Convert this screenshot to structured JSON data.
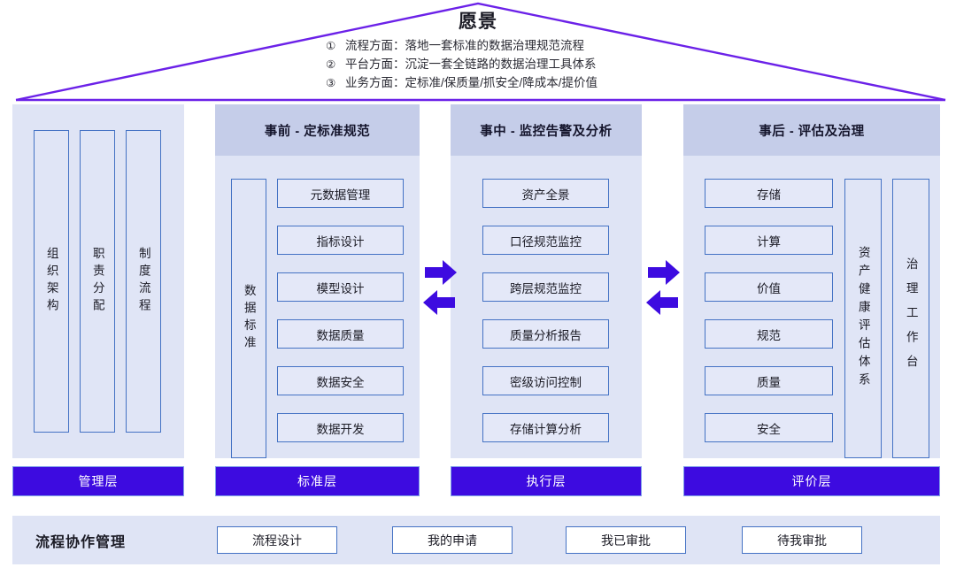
{
  "vision": {
    "title": "愿景",
    "items": [
      {
        "num": "①",
        "text": "流程方面：落地一套标准的数据治理规范流程"
      },
      {
        "num": "②",
        "text": "平台方面：沉淀一套全链路的数据治理工具体系"
      },
      {
        "num": "③",
        "text": "业务方面：定标准/保质量/抓安全/降成本/提价值"
      }
    ]
  },
  "colors": {
    "accent_purple": "#3D0BE0",
    "panel_bg": "#DFE4F5",
    "panel_head_bg": "#C5CDE9",
    "box_border": "#4472C4",
    "box_fill": "#E4E8F8",
    "roof_line": "#6B21E8"
  },
  "columns": [
    {
      "id": "management",
      "header": "",
      "vertical_boxes": [
        "组织架构",
        "职责分配",
        "制度流程"
      ],
      "items": [],
      "layer": "管理层"
    },
    {
      "id": "before",
      "header": "事前 - 定标准规范",
      "vertical_boxes": [
        "数据标准"
      ],
      "items": [
        "元数据管理",
        "指标设计",
        "模型设计",
        "数据质量",
        "数据安全",
        "数据开发"
      ],
      "layer": "标准层"
    },
    {
      "id": "during",
      "header": "事中 - 监控告警及分析",
      "vertical_boxes": [],
      "items": [
        "资产全景",
        "口径规范监控",
        "跨层规范监控",
        "质量分析报告",
        "密级访问控制",
        "存储计算分析"
      ],
      "layer": "执行层"
    },
    {
      "id": "after",
      "header": "事后 - 评估及治理",
      "vertical_boxes": [
        "资产健康评估体系",
        "治理工作台"
      ],
      "items": [
        "存储",
        "计算",
        "价值",
        "规范",
        "质量",
        "安全"
      ],
      "layer": "评价层"
    }
  ],
  "arrows": [
    {
      "name": "arrow-between-before-during",
      "directions": [
        "right",
        "left"
      ]
    },
    {
      "name": "arrow-between-during-after",
      "directions": [
        "right",
        "left"
      ]
    }
  ],
  "process_row": {
    "label": "流程协作管理",
    "buttons": [
      "流程设计",
      "我的申请",
      "我已审批",
      "待我审批"
    ]
  }
}
